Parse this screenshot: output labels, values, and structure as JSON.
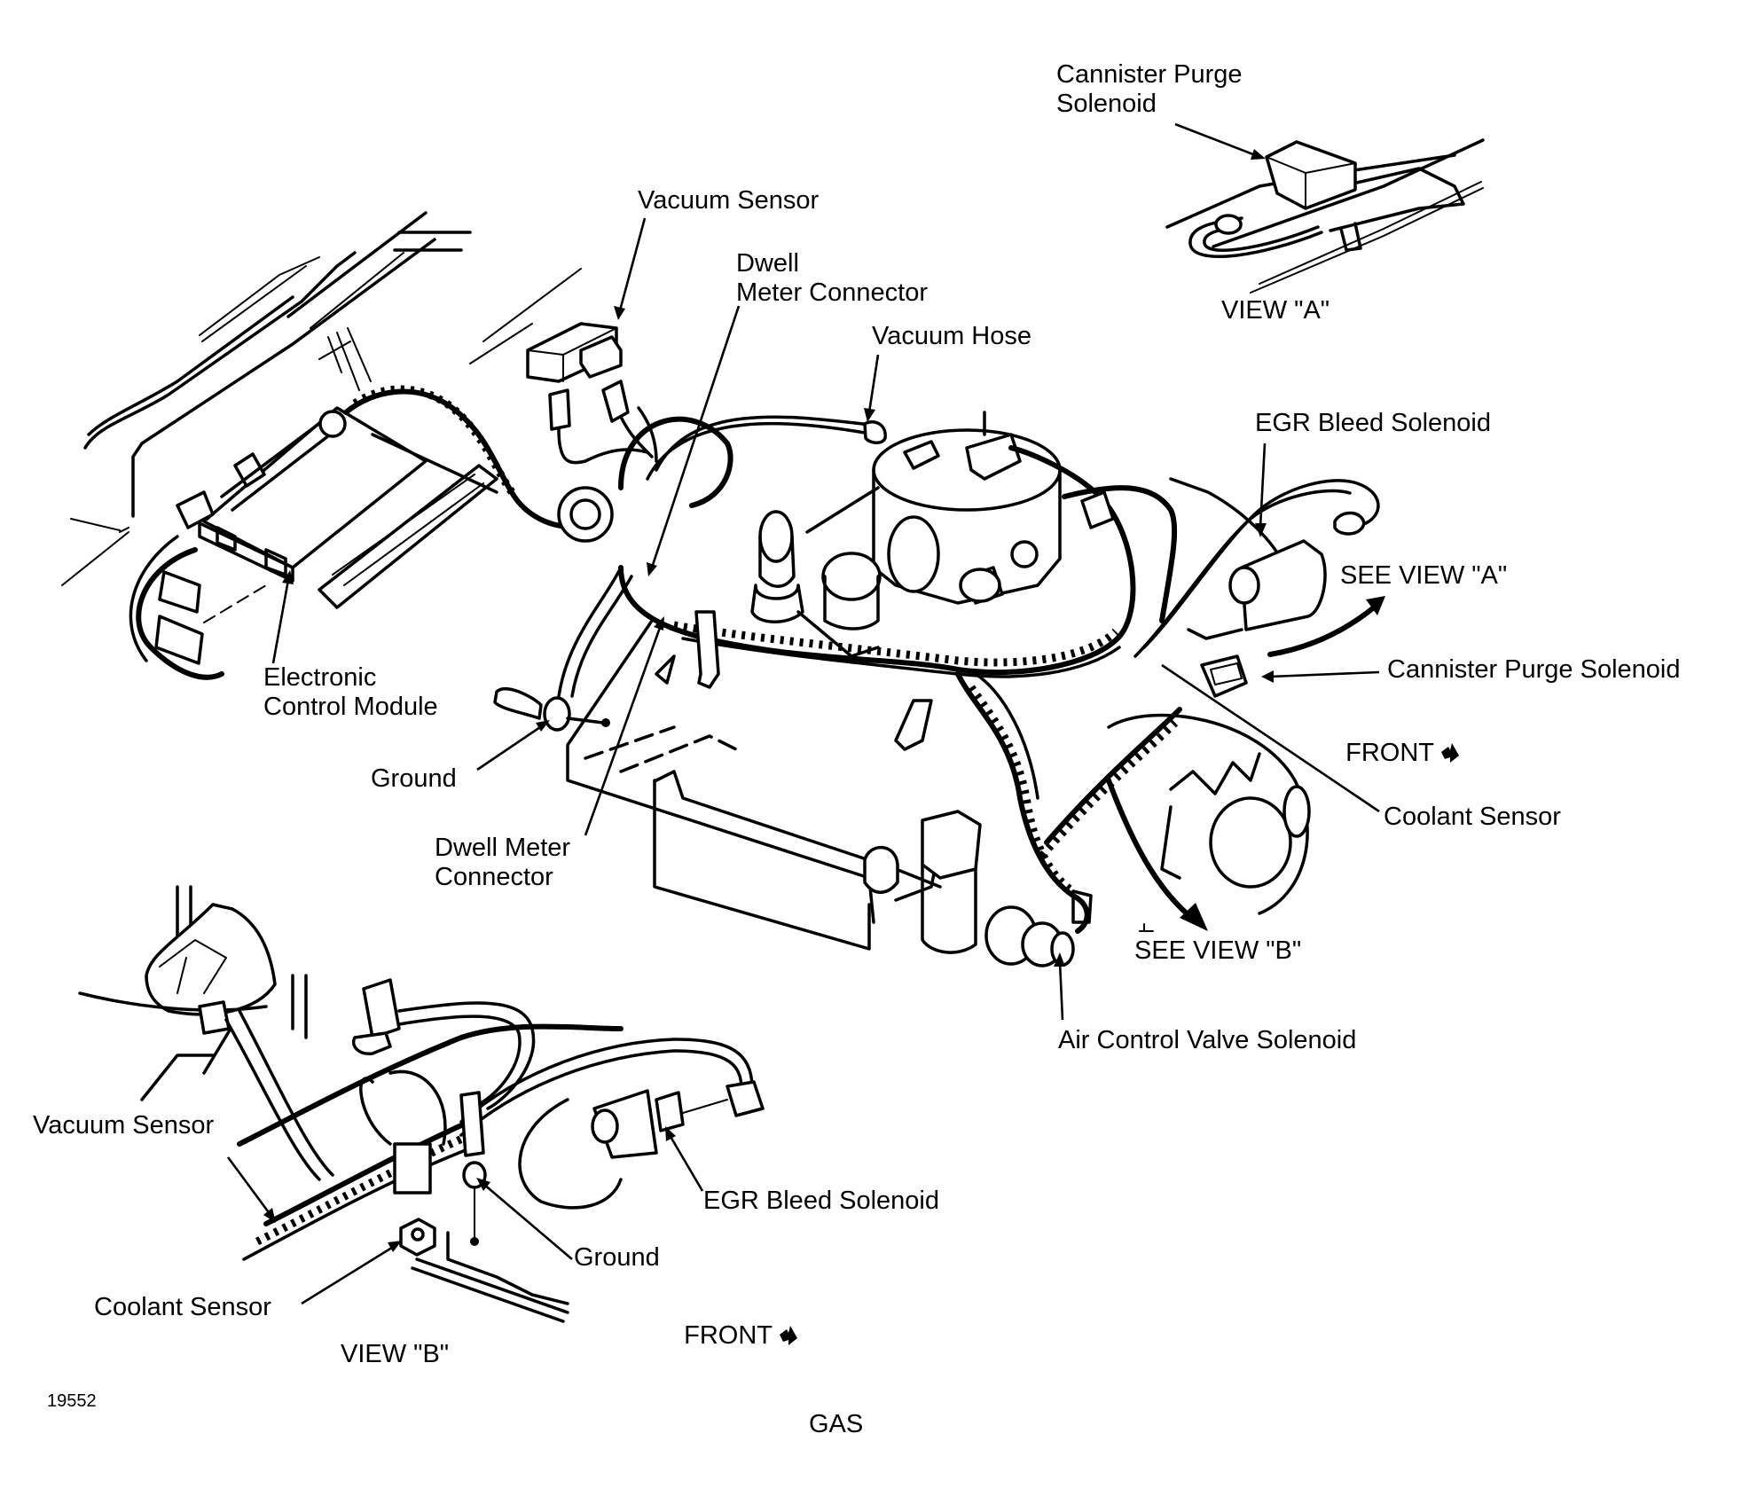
{
  "figure": {
    "id_number": "19552",
    "caption": "GAS",
    "main_labels": {
      "vacuum_sensor": "Vacuum Sensor",
      "dwell_meter_connector_top_line1": "Dwell",
      "dwell_meter_connector_top_line2": "Meter Connector",
      "vacuum_hose": "Vacuum Hose",
      "egr_bleed_solenoid": "EGR Bleed Solenoid",
      "see_view_a": "SEE VIEW \"A\"",
      "cannister_purge_solenoid": "Cannister Purge Solenoid",
      "front": "FRONT",
      "coolant_sensor": "Coolant Sensor",
      "electronic_control_module_line1": "Electronic",
      "electronic_control_module_line2": "Control Module",
      "ground": "Ground",
      "dwell_meter_connector_bottom_line1": "Dwell Meter",
      "dwell_meter_connector_bottom_line2": "Connector",
      "see_view_b": "SEE VIEW \"B\"",
      "air_control_valve_solenoid": "Air Control Valve Solenoid"
    },
    "view_a": {
      "title": "VIEW \"A\"",
      "cannister_purge_solenoid_line1": "Cannister Purge",
      "cannister_purge_solenoid_line2": "Solenoid"
    },
    "view_b": {
      "title": "VIEW \"B\"",
      "vacuum_sensor": "Vacuum Sensor",
      "egr_bleed_solenoid": "EGR Bleed Solenoid",
      "ground": "Ground",
      "coolant_sensor": "Coolant Sensor",
      "front": "FRONT"
    },
    "icons": {
      "front_arrow": "front-direction-arrow-icon",
      "see_view_arrow": "curved-callout-arrow-icon"
    }
  }
}
